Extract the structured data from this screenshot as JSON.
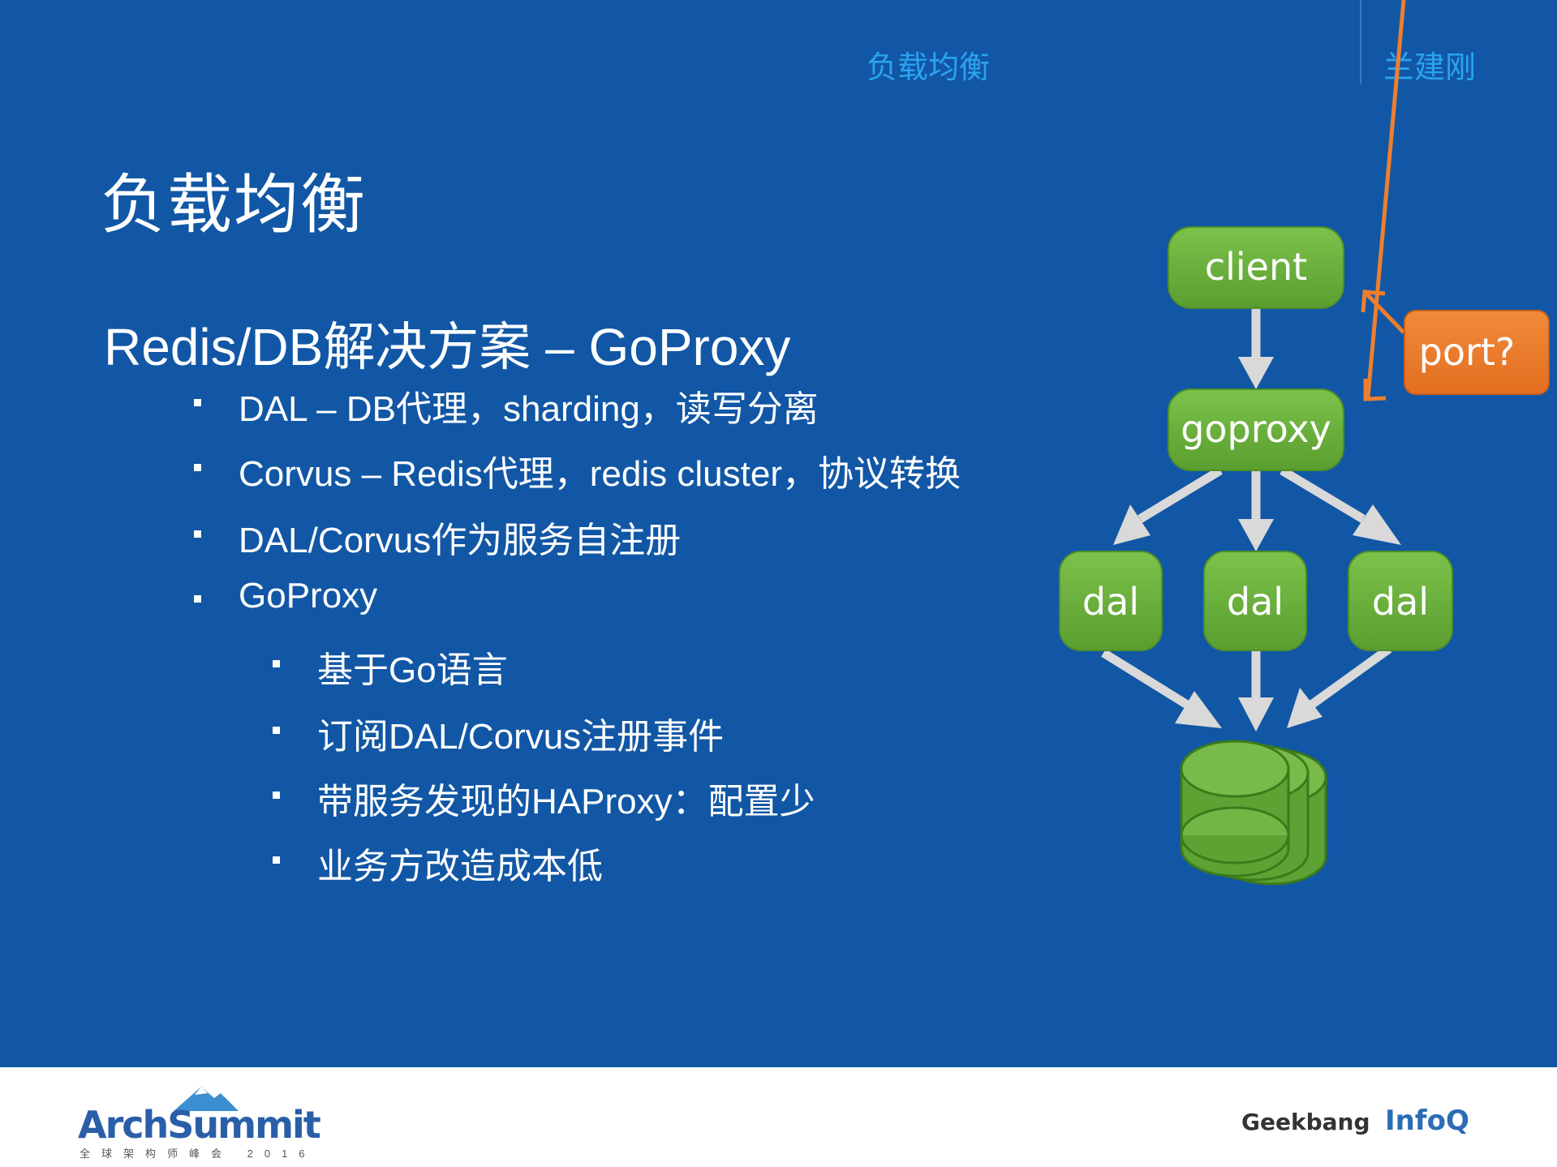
{
  "header": {
    "section": "负载均衡",
    "author": "兰建刚"
  },
  "title": "负载均衡",
  "subtitle": "Redis/DB解决方案 – GoProxy",
  "bullets": [
    {
      "level": 1,
      "text": "DAL – DB代理，sharding，读写分离"
    },
    {
      "level": 1,
      "text": "Corvus – Redis代理，redis cluster，协议转换"
    },
    {
      "level": 1,
      "text": "DAL/Corvus作为服务自注册"
    },
    {
      "level": 1,
      "text": "GoProxy"
    },
    {
      "level": 2,
      "text": "基于Go语言"
    },
    {
      "level": 2,
      "text": "订阅DAL/Corvus注册事件"
    },
    {
      "level": 2,
      "text": "带服务发现的HAProxy：配置少"
    },
    {
      "level": 2,
      "text": "业务方改造成本低"
    }
  ],
  "diagram": {
    "client": "client",
    "goproxy": "goproxy",
    "port": "port?",
    "dal": [
      "dal",
      "dal",
      "dal"
    ],
    "colors": {
      "node_green": "#6fb53f",
      "node_green_dark": "#4f8f28",
      "port_orange": "#ee7e2e",
      "arrow_gray": "#d9d9d9",
      "port_arrow": "#ee7e2e"
    }
  },
  "footer": {
    "logo_left_main": "ArchSummit",
    "logo_left_sub": "全球架构师峰会 2016",
    "logo_right_geek": "Geekbang",
    "logo_right_infoq": "InfoQ"
  },
  "colors": {
    "background": "#1157a5",
    "header_text": "#2aa3f0",
    "text": "#ffffff"
  }
}
